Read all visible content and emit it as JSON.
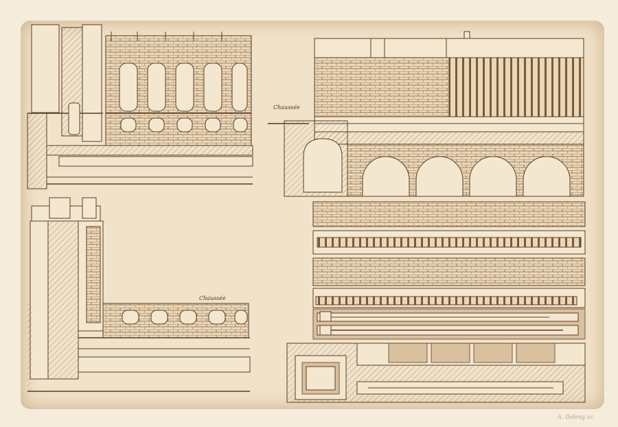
{
  "drawing": {
    "labels": {
      "top_right_ground": "Chaussée",
      "bottom_left_ground": "Chaussée"
    },
    "signature": "A. Debray sc."
  },
  "colors": {
    "paper": "#f1e3c9",
    "ink": "#5a3c22",
    "vignette": "#c9a77e"
  }
}
